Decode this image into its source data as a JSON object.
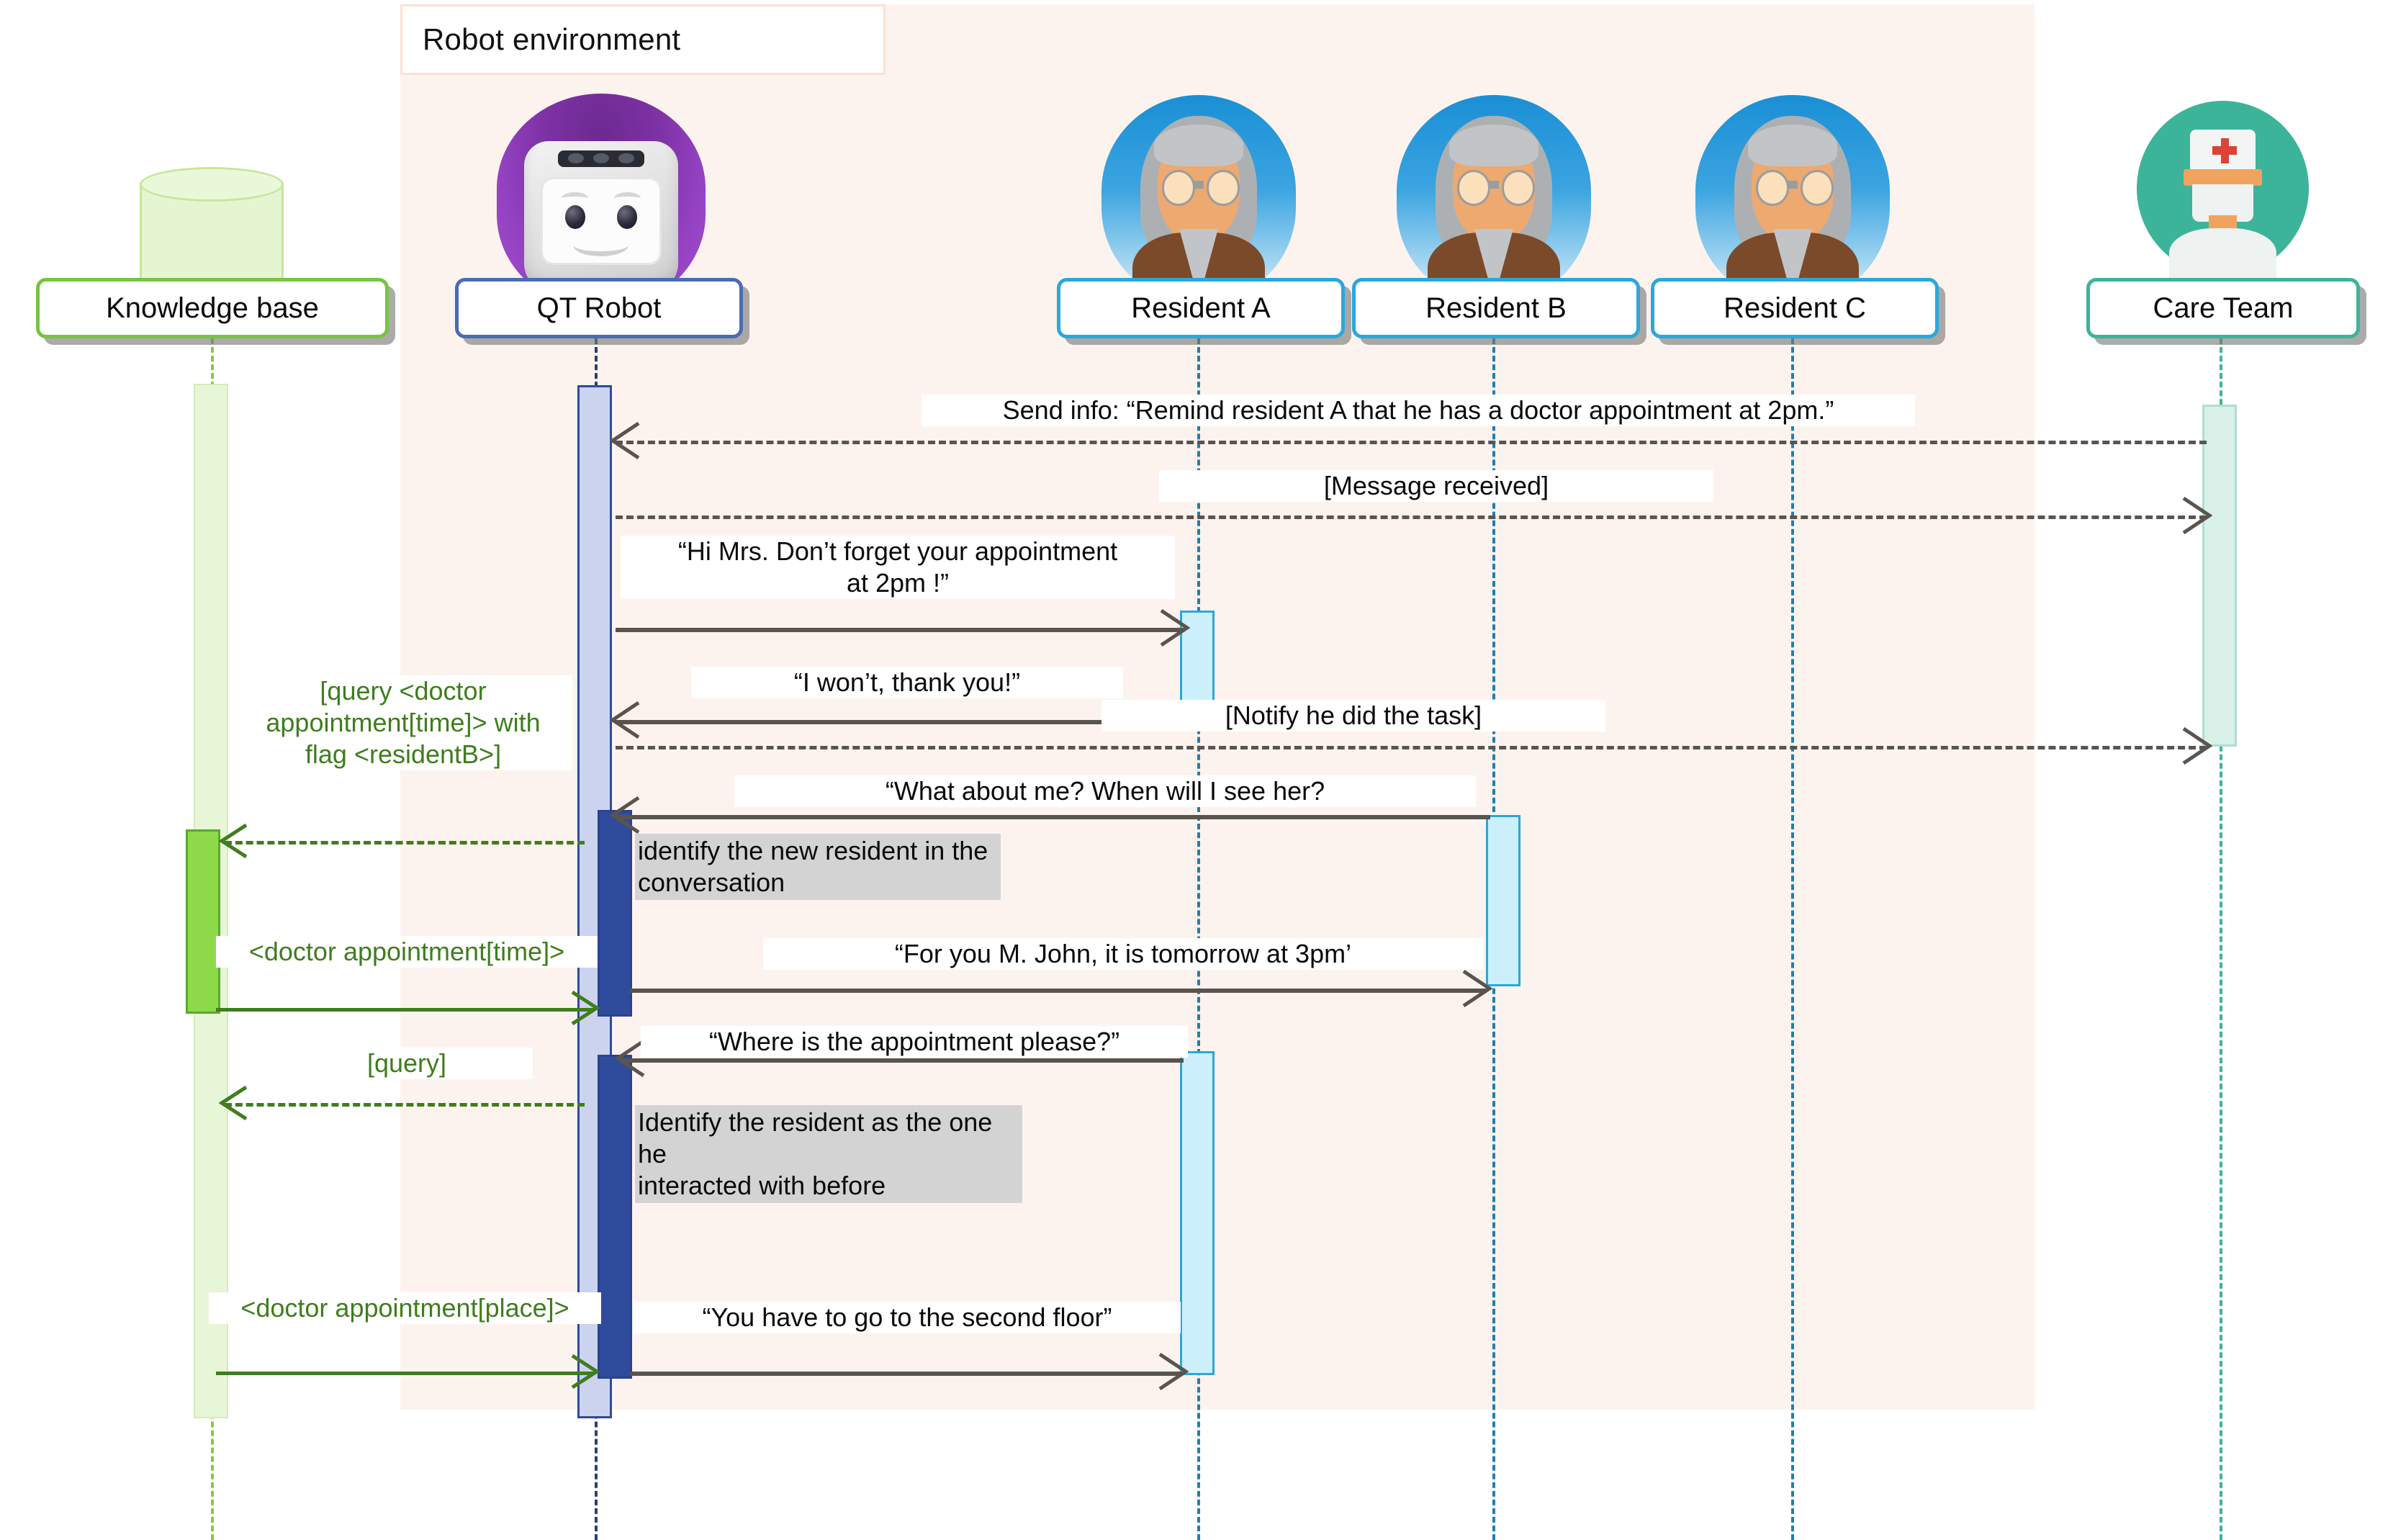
{
  "diagram": {
    "type": "uml-sequence-diagram",
    "frame": {
      "label": "Robot environment"
    },
    "participants": [
      {
        "id": "kb",
        "name": "Knowledge base",
        "avatar": "database-cylinder-icon",
        "accent": "#76c442"
      },
      {
        "id": "qt",
        "name": "QT Robot",
        "avatar": "qt-robot-icon",
        "accent": "#4a6bb5"
      },
      {
        "id": "resA",
        "name": "Resident A",
        "avatar": "elderly-resident-icon",
        "accent": "#3ba4e0"
      },
      {
        "id": "resB",
        "name": "Resident B",
        "avatar": "elderly-resident-icon",
        "accent": "#3ba4e0"
      },
      {
        "id": "resC",
        "name": "Resident C",
        "avatar": "elderly-resident-icon",
        "accent": "#3ba4e0"
      },
      {
        "id": "care",
        "name": "Care Team",
        "avatar": "doctor-nurse-icon",
        "accent": "#3cb49a"
      }
    ],
    "messages": [
      {
        "n": 1,
        "from": "care",
        "to": "qt",
        "kind": "async-dashed",
        "text": "Send info: “Remind resident A that he has a doctor appointment at 2pm.”"
      },
      {
        "n": 2,
        "from": "qt",
        "to": "care",
        "kind": "async-dashed",
        "text": "[Message received]"
      },
      {
        "n": 3,
        "from": "qt",
        "to": "resA",
        "kind": "sync-solid",
        "text": "“Hi Mrs. Don’t forget your appointment\nat 2pm !”"
      },
      {
        "n": 4,
        "from": "resA",
        "to": "qt",
        "kind": "sync-solid",
        "text": "“I won’t, thank you!”"
      },
      {
        "n": 5,
        "from": "qt",
        "to": "care",
        "kind": "async-dashed",
        "text": "[Notify he did the task]"
      },
      {
        "n": 6,
        "from": "resC",
        "to": "qt",
        "kind": "sync-solid",
        "text": "“What about me? When will I see her?"
      },
      {
        "n": 7,
        "from": "qt",
        "to": "kb",
        "kind": "query-dashed-green",
        "text": "[query <doctor\nappointment[time]> with\nflag <residentB>]"
      },
      {
        "n": 8,
        "from": "kb",
        "to": "qt",
        "kind": "reply-solid-green",
        "text": "<doctor appointment[time]>"
      },
      {
        "n": 9,
        "from": "qt",
        "to": "resC",
        "kind": "sync-solid",
        "text": "“For you M. John, it is tomorrow at 3pm’"
      },
      {
        "n": 10,
        "from": "resA",
        "to": "qt",
        "kind": "sync-solid",
        "text": "“Where is the appointment please?”"
      },
      {
        "n": 11,
        "from": "qt",
        "to": "kb",
        "kind": "query-dashed-green",
        "text": "[query]"
      },
      {
        "n": 12,
        "from": "kb",
        "to": "qt",
        "kind": "reply-solid-green",
        "text": "<doctor appointment[place]>"
      },
      {
        "n": 13,
        "from": "qt",
        "to": "resA",
        "kind": "sync-solid",
        "text": "“You have to go to the second floor”"
      }
    ],
    "notes": [
      {
        "on": "qt",
        "text": "identify the new resident in the\nconversation"
      },
      {
        "on": "qt",
        "text": "Identify the resident as the one he\ninteracted with before"
      }
    ],
    "colors": {
      "frame_fill": "#fdf3ee",
      "frame_border": "#fbe2d2",
      "kb_green": "#76c442",
      "kb_green_dark": "#5aa82f",
      "robot_blue": "#4a6bb5",
      "robot_activation_light": "#ccd3ee",
      "robot_activation_dark": "#2f4b9b",
      "resident_blue": "#29a8dc",
      "resident_activation": "#ccf0fb",
      "care_teal": "#3cb49a",
      "care_activation": "#d9f0e9",
      "arrow_gray": "#5a544f",
      "note_gray": "#d3d3d3",
      "green_text": "#3f7d1e"
    }
  }
}
